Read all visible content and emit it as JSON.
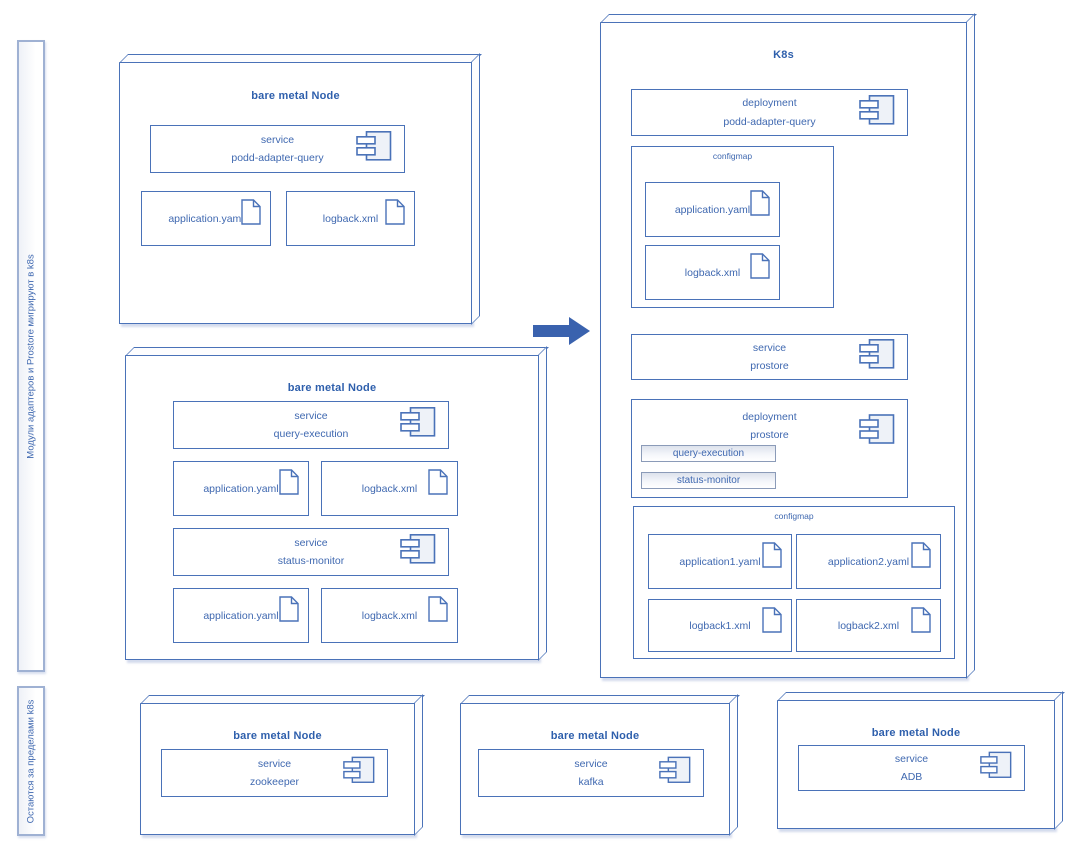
{
  "sidebar": {
    "migrate_label": "Модули адаптеров и Prostore мигрируют в k8s",
    "outside_label": "Остаются за пределами k8s"
  },
  "colors": {
    "line_blue": "#4a72b8",
    "title_blue": "#2e5fac",
    "arrow_blue": "#3a62ae"
  },
  "node1": {
    "title": "bare metal Node",
    "component": {
      "type": "service",
      "name": "podd-adapter-query"
    },
    "files": [
      "application.yaml",
      "logback.xml"
    ]
  },
  "node2": {
    "title": "bare metal Node",
    "component1": {
      "type": "service",
      "name": "query-execution"
    },
    "files1": [
      "application.yaml",
      "logback.xml"
    ],
    "component2": {
      "type": "service",
      "name": "status-monitor"
    },
    "files2": [
      "application.yaml",
      "logback.xml"
    ]
  },
  "k8s": {
    "title": "K8s",
    "deployment1": {
      "type": "deployment",
      "name": "podd-adapter-query"
    },
    "configmap1": {
      "label": "configmap",
      "files": [
        "application.yaml",
        "logback.xml"
      ]
    },
    "service": {
      "type": "service",
      "name": "prostore"
    },
    "deployment2": {
      "type": "deployment",
      "name": "prostore",
      "pods": [
        "query-execution",
        "status-monitor"
      ]
    },
    "configmap2": {
      "label": "configmap",
      "files": [
        "application1.yaml",
        "application2.yaml",
        "logback1.xml",
        "logback2.xml"
      ]
    }
  },
  "bottom_nodes": [
    {
      "title": "bare metal Node",
      "component": {
        "type": "service",
        "name": "zookeeper"
      }
    },
    {
      "title": "bare metal Node",
      "component": {
        "type": "service",
        "name": "kafka"
      }
    },
    {
      "title": "bare metal Node",
      "component": {
        "type": "service",
        "name": "ADB"
      }
    }
  ]
}
